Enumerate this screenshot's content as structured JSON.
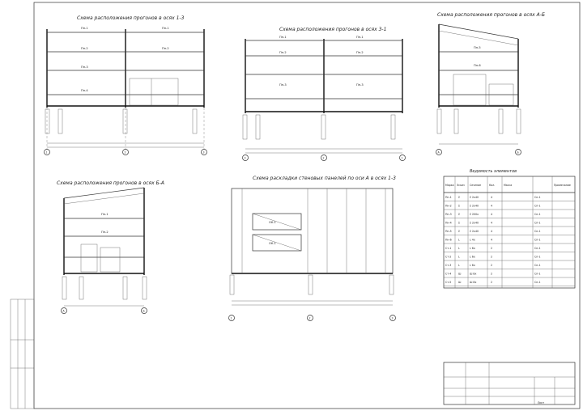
{
  "drawings": {
    "d1": {
      "title": "Схема расположения прогонов в осях 1-3",
      "axes": [
        "1",
        "2",
        "3"
      ],
      "panels": [
        "Пн-1",
        "Пн-2",
        "Пн-3",
        "Пн-4"
      ]
    },
    "d2": {
      "title": "Схема расположения прогонов в осях 3-1",
      "axes": [
        "3",
        "2",
        "1"
      ],
      "panels": [
        "Пн-1",
        "Пн-2",
        "Пн-3"
      ]
    },
    "d3": {
      "title": "Схема расположения прогонов в осях А-Б",
      "axes": [
        "А",
        "Б"
      ],
      "panels": [
        "Пн-5",
        "Пн-6"
      ]
    },
    "d4": {
      "title": "Схема расположения прогонов в осях Б-А",
      "axes": [
        "А",
        "Б"
      ],
      "panels": [
        "Пн-1",
        "Пн-2"
      ]
    },
    "d5": {
      "title": "Схема раскладки стеновых панелей по оси А в осях 1-3",
      "axes": [
        "1",
        "2",
        "3"
      ],
      "panels": [
        "ОК-1",
        "ОК-1"
      ]
    }
  },
  "spec_table": {
    "title": "Ведомость элементов",
    "headers": [
      "Марка",
      "Эскиз",
      "Сечение",
      "Кол.",
      "Масса",
      "Примечание"
    ],
    "rows": [
      [
        "Пн-1",
        "Σ",
        "Σ 2x40",
        "4",
        "Сп-1"
      ],
      [
        "Пн-2",
        "Σ",
        "Σ 2x40",
        "4",
        "Сп-1"
      ],
      [
        "Пн-3",
        "Σ",
        "Σ 200x",
        "4",
        "Сп-1"
      ],
      [
        "Пн-4",
        "Σ",
        "Σ 2x40",
        "4",
        "Сп-1"
      ],
      [
        "Пн-5",
        "Σ",
        "Σ 2x40",
        "4",
        "Сп-1"
      ],
      [
        "Пн-6",
        "L",
        "L 4x",
        "4",
        "Сп-1"
      ],
      [
        "Ст-1",
        "L",
        "L 6x",
        "2",
        "Сп-1"
      ],
      [
        "Ст-2",
        "L",
        "L 6x",
        "2",
        "Сп-1"
      ],
      [
        "Ст-3",
        "L",
        "L 6x",
        "2",
        "Сп-1"
      ],
      [
        "Ст-4",
        "Ш",
        "Ш 8x",
        "2",
        "Сп-1"
      ],
      [
        "Ст-5",
        "Ш",
        "Ш 8x",
        "2",
        "Сп-1"
      ]
    ]
  },
  "stamp": {
    "sheet_label": "Лист"
  }
}
